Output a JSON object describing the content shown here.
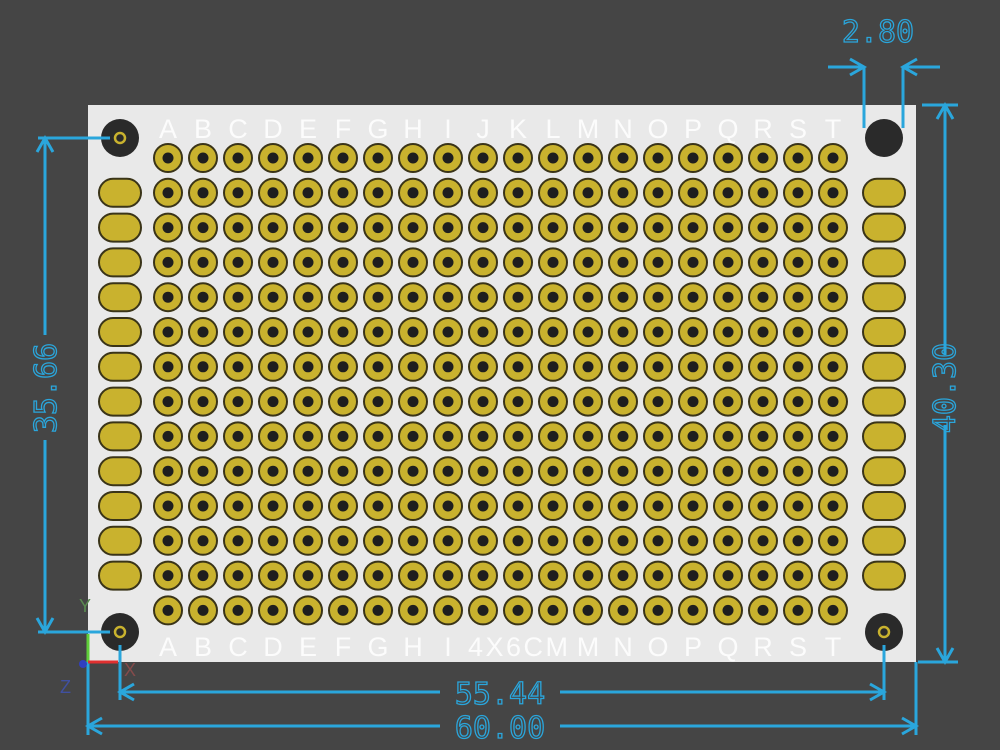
{
  "board": {
    "columns": [
      "A",
      "B",
      "C",
      "D",
      "E",
      "F",
      "G",
      "H",
      "I",
      "J",
      "K",
      "L",
      "M",
      "N",
      "O",
      "P",
      "Q",
      "R",
      "S",
      "T"
    ],
    "bottom_labels": [
      "A",
      "B",
      "C",
      "D",
      "E",
      "F",
      "G",
      "H",
      "I",
      "4X6CM",
      "M",
      "N",
      "O",
      "P",
      "Q",
      "R",
      "S",
      "T"
    ],
    "rows": 14,
    "side_pad_rows": 12
  },
  "dimensions": {
    "hole_diameter": "2.80",
    "board_height": "40.30",
    "hole_spacing_vertical": "35.66",
    "hole_spacing_horizontal": "55.44",
    "board_width": "60.00"
  },
  "axes": {
    "x": "X",
    "y": "Y",
    "z": "Z"
  },
  "colors": {
    "background": "#454545",
    "board": "#e9e9e9",
    "pad": "#c9b22e",
    "pad_outline": "#3a3418",
    "hole": "#2a2a2a",
    "dimension": "#2aa6dc"
  }
}
